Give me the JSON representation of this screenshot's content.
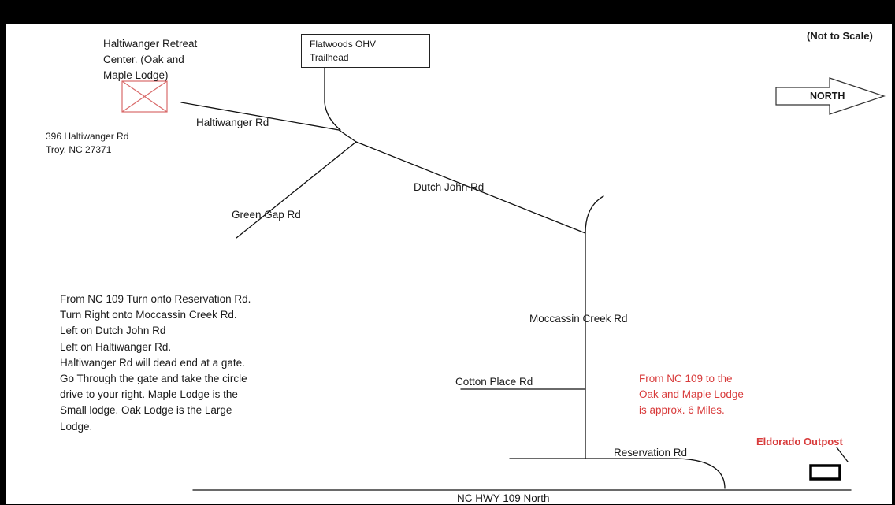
{
  "scale_note": "(Not to Scale)",
  "north_arrow": {
    "label": "NORTH",
    "icon": "right-arrow-icon"
  },
  "retreat": {
    "name_lines": [
      "Haltiwanger Retreat",
      "Center. (Oak and",
      "Maple Lodge)"
    ],
    "address_lines": [
      "396 Haltiwanger Rd",
      "Troy, NC 27371"
    ],
    "marker_color": "#d96a6a"
  },
  "trailhead": {
    "lines": [
      "Flatwoods OHV",
      "Trailhead"
    ]
  },
  "roads": {
    "haltiwanger": "Haltiwanger Rd",
    "dutch_john": "Dutch John Rd",
    "green_gap": "Green Gap Rd",
    "moccassin_creek": "Moccassin Creek Rd",
    "cotton_place": "Cotton Place Rd",
    "reservation": "Reservation Rd",
    "nc_hwy": "NC HWY 109 North"
  },
  "directions": [
    "From NC 109 Turn onto Reservation Rd.",
    "Turn Right onto Moccassin Creek Rd.",
    "Left on Dutch John Rd",
    "Left on Haltiwanger Rd.",
    "Haltiwanger Rd will dead end at a gate.",
    "Go Through the gate and take the circle",
    "drive to your right. Maple Lodge is the",
    "Small lodge. Oak Lodge is the Large",
    "Lodge."
  ],
  "distance_note": [
    "From NC 109 to the",
    "Oak and Maple Lodge",
    "is approx. 6 Miles."
  ],
  "outpost": {
    "label": "Eldorado Outpost"
  },
  "colors": {
    "accent_red": "#d83b3b",
    "road": "#111111"
  }
}
